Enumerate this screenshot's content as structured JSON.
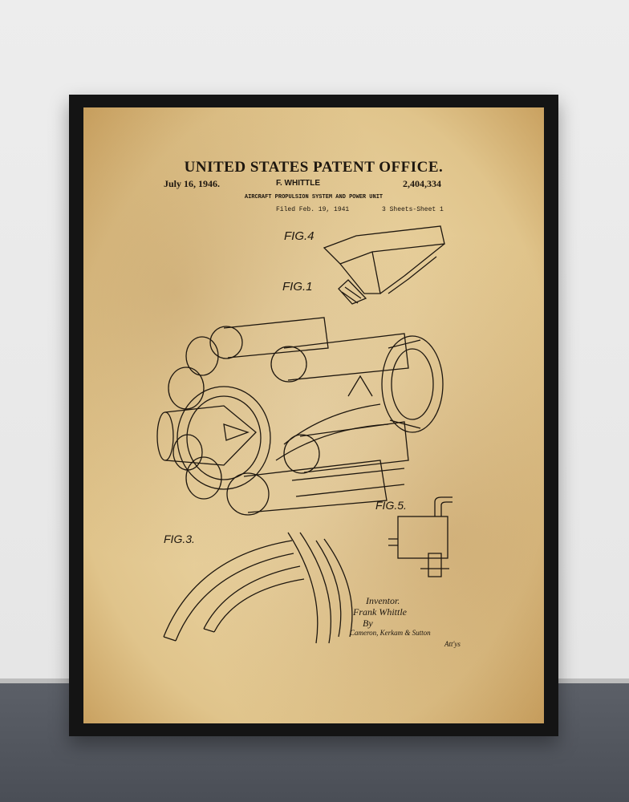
{
  "patent": {
    "office": "UNITED STATES PATENT OFFICE.",
    "date": "July 16, 1946.",
    "inventor": "F. WHITTLE",
    "number": "2,404,334",
    "subtitle": "AIRCRAFT PROPULSION SYSTEM AND POWER UNIT",
    "filed": "Filed Feb. 19, 1941",
    "sheets": "3 Sheets-Sheet 1"
  },
  "figures": {
    "fig4": "FIG.4",
    "fig1": "FIG.1",
    "fig5": "FIG.5.",
    "fig3": "FIG.3."
  },
  "signature": {
    "line1": "Inventor.",
    "line2": "Frank Whittle",
    "line3": "By",
    "line4": "Cameron, Kerkam & Sutton",
    "line5": "Att'ys"
  },
  "colors": {
    "frame": "#141414",
    "paper": "#e9d2a0",
    "ink": "#1e170f",
    "wall": "#e8e8e8",
    "floor": "#50545c"
  }
}
